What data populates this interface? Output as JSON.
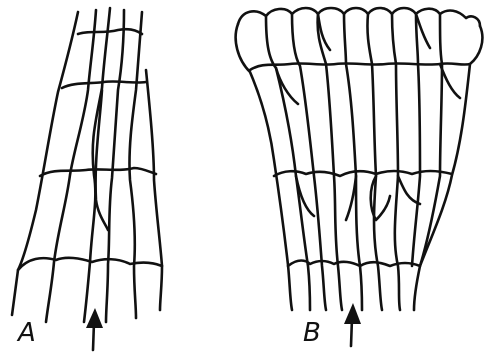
{
  "panels": [
    {
      "id": "A",
      "label": "A"
    },
    {
      "id": "B",
      "label": "B"
    }
  ],
  "colors": {
    "ink": "#111111",
    "background": "#ffffff"
  },
  "icons": {
    "arrow": "up-arrow-icon"
  }
}
